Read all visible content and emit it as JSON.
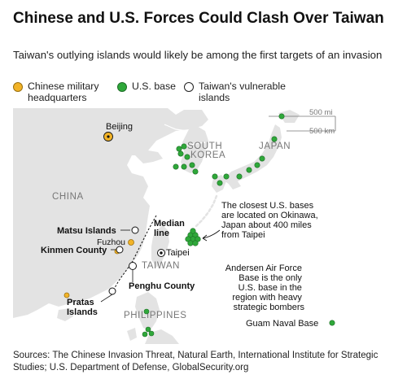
{
  "header": {
    "title": "Chinese and U.S. Forces Could Clash Over Taiwan",
    "subtitle": "Taiwan's outlying islands would likely be among the first targets of an invasion"
  },
  "legend": {
    "hq": "Chinese military headquarters",
    "us_base": "U.S. base",
    "islands": "Taiwan's vulnerable islands"
  },
  "colors": {
    "hq": "#f2b327",
    "us_base": "#2fa83a",
    "land": "#e3e3e3",
    "sea": "#ffffff"
  },
  "scale": {
    "miles": "500 mi",
    "km": "500 km"
  },
  "map": {
    "countries": {
      "china": "CHINA",
      "south_korea_1": "SOUTH",
      "south_korea_2": "KOREA",
      "japan": "JAPAN",
      "taiwan": "TAIWAN",
      "philippines": "PHILIPPINES"
    },
    "cities": {
      "beijing": "Beijing",
      "fuzhou": "Fuzhou",
      "taipei": "Taipei"
    },
    "islands": {
      "matsu": "Matsu Islands",
      "kinmen": "Kinmen County",
      "penghu": "Penghu County",
      "pratas_1": "Pratas",
      "pratas_2": "Islands"
    },
    "median_line_1": "Median",
    "median_line_2": "line",
    "annotation_okinawa": [
      "The closest U.S. bases",
      "are located on Okinawa,",
      "Japan about 400 miles",
      "from Taipei"
    ],
    "annotation_guam": [
      "Andersen Air Force",
      "Base is the only",
      "U.S. base in the",
      "region with heavy",
      "strategic bombers"
    ],
    "guam_label": "Guam Naval Base"
  },
  "footer": {
    "sources": "Sources: The Chinese Invasion Threat, Natural Earth, International Institute for Strategic Studies; U.S. Department of Defense, GlobalSecurity.org"
  }
}
